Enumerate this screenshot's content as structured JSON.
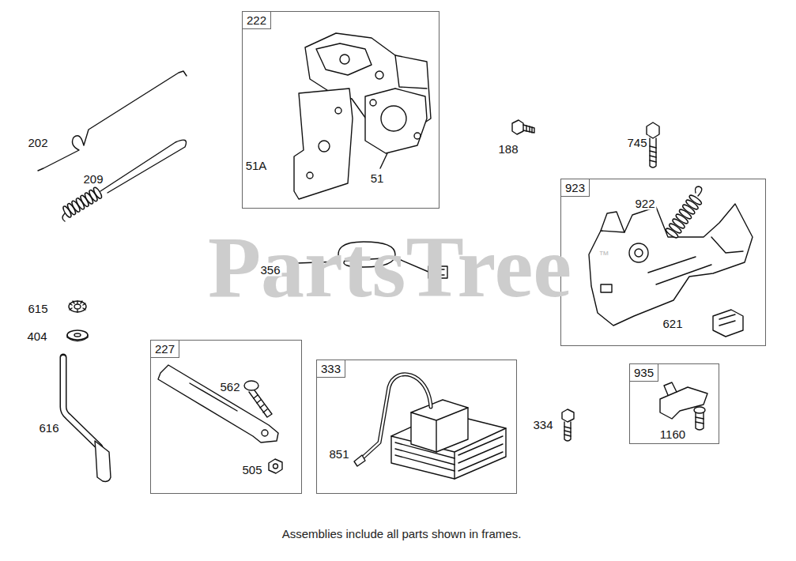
{
  "diagram": {
    "caption": "Assemblies include all parts shown in frames.",
    "nodes": [
      {
        "text": [
          "222",
          "51A",
          "51"
        ]
      },
      {
        "text": [
          "923",
          "922",
          "621"
        ]
      },
      {
        "text": [
          "227",
          "562",
          "505"
        ]
      },
      {
        "text": [
          "333",
          "851"
        ]
      },
      {
        "text": [
          "935",
          "1160"
        ]
      }
    ],
    "labels": [
      "202",
      "745",
      "188",
      "209",
      "PartsTree",
      "™",
      "356",
      "615",
      "404",
      "334",
      "616"
    ]
  }
}
